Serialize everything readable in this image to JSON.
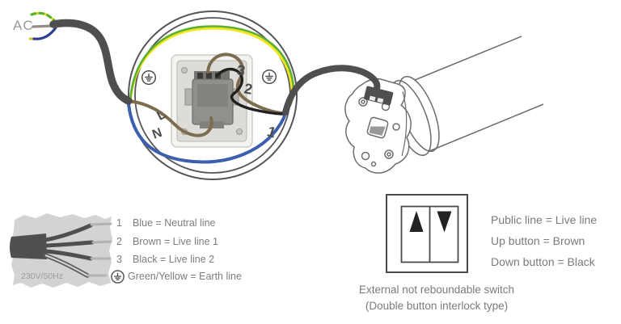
{
  "ac_label": "AC",
  "circle_labels": {
    "wire3": "3",
    "wire2": "2",
    "wire1": "1",
    "live": "L",
    "neutral": "N"
  },
  "cable_legend": {
    "voltage": "230V/50Hz",
    "rows": [
      {
        "num": "1",
        "text": "Blue = Neutral line"
      },
      {
        "num": "2",
        "text": "Brown = Live line 1"
      },
      {
        "num": "3",
        "text": "Black = Live line 2"
      },
      {
        "num": "",
        "icon": "earth-icon",
        "text": "Green/Yellow = Earth line"
      }
    ]
  },
  "switch_info": {
    "lines": [
      "Public line = Live line",
      "Up button = Brown",
      "Down button = Black"
    ],
    "caption_line1": "External not reboundable switch",
    "caption_line2": "(Double button interlock type)"
  },
  "colors": {
    "cable": "#4f4f4f",
    "brown": "#7d6d50",
    "blue": "#3c5fae",
    "green": "#5cb033",
    "yellow": "#f2e71d",
    "black_wire": "#202020",
    "outline": "#555555",
    "text": "#7b7b7b"
  }
}
